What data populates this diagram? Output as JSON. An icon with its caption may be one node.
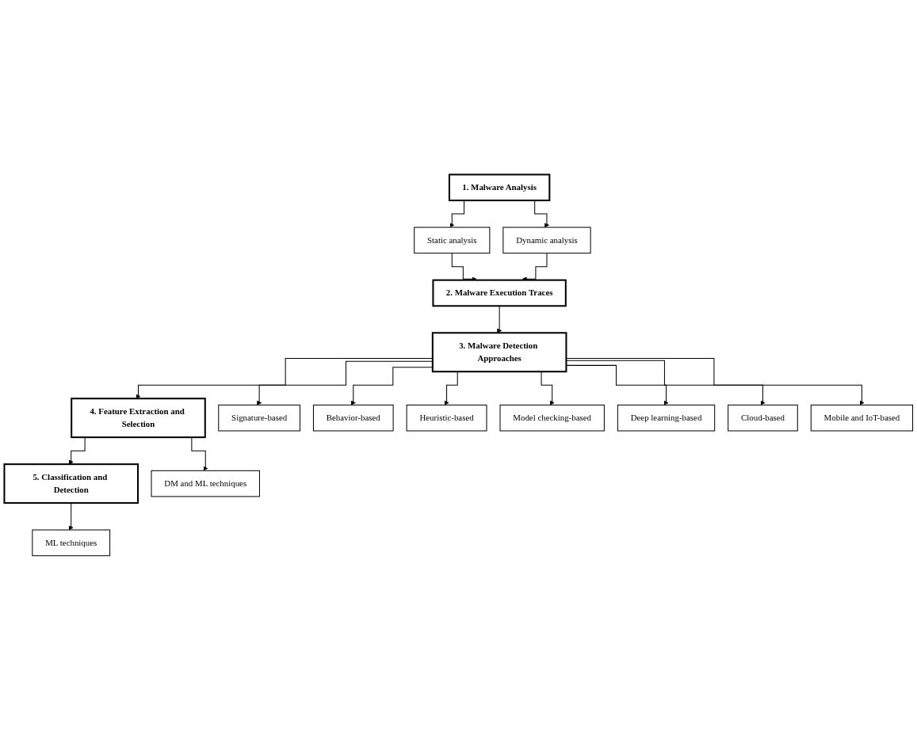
{
  "diagram": {
    "nodes": [
      {
        "text": [
          "1. Malware Analysis"
        ]
      },
      {
        "text": [
          "Static analysis"
        ]
      },
      {
        "text": [
          "Dynamic analysis"
        ]
      },
      {
        "text": [
          "2. Malware Execution Traces"
        ]
      },
      {
        "text": [
          "3. Malware Detection Approaches"
        ]
      },
      {
        "text": [
          "4. Feature Extraction and Selection"
        ]
      },
      {
        "text": [
          "5. Classification and Detection"
        ]
      },
      {
        "text": [
          "Signature-based"
        ]
      },
      {
        "text": [
          "Behavior-based"
        ]
      },
      {
        "text": [
          "Heuristic-based"
        ]
      },
      {
        "text": [
          "Model checking-based"
        ]
      },
      {
        "text": [
          "Deep learning-based"
        ]
      },
      {
        "text": [
          "Cloud-based"
        ]
      },
      {
        "text": [
          "Mobile and IoT-based"
        ]
      },
      {
        "text": [
          "DM and ML techniques"
        ]
      },
      {
        "text": [
          "ML techniques"
        ]
      }
    ],
    "edges": [
      {
        "from": 0,
        "to": 1,
        "arrow": "to"
      },
      {
        "from": 0,
        "to": 2,
        "arrow": "to"
      },
      {
        "from": 1,
        "to": 3,
        "arrow": "to"
      },
      {
        "from": 2,
        "to": 3,
        "arrow": "to"
      },
      {
        "from": 3,
        "to": 4,
        "arrow": "to"
      },
      {
        "from": 4,
        "to": 5,
        "arrow": "to"
      },
      {
        "from": 5,
        "to": 6,
        "arrow": "to"
      },
      {
        "from": 4,
        "to": 7,
        "arrow": "to"
      },
      {
        "from": 4,
        "to": 8,
        "arrow": "to"
      },
      {
        "from": 4,
        "to": 9,
        "arrow": "to"
      },
      {
        "from": 4,
        "to": 10,
        "arrow": "to"
      },
      {
        "from": 4,
        "to": 11,
        "arrow": "to"
      },
      {
        "from": 4,
        "to": 12,
        "arrow": "to"
      },
      {
        "from": 4,
        "to": 13,
        "arrow": "to"
      },
      {
        "from": 5,
        "to": 14,
        "arrow": "to"
      },
      {
        "from": 6,
        "to": 15,
        "arrow": "to"
      }
    ]
  }
}
